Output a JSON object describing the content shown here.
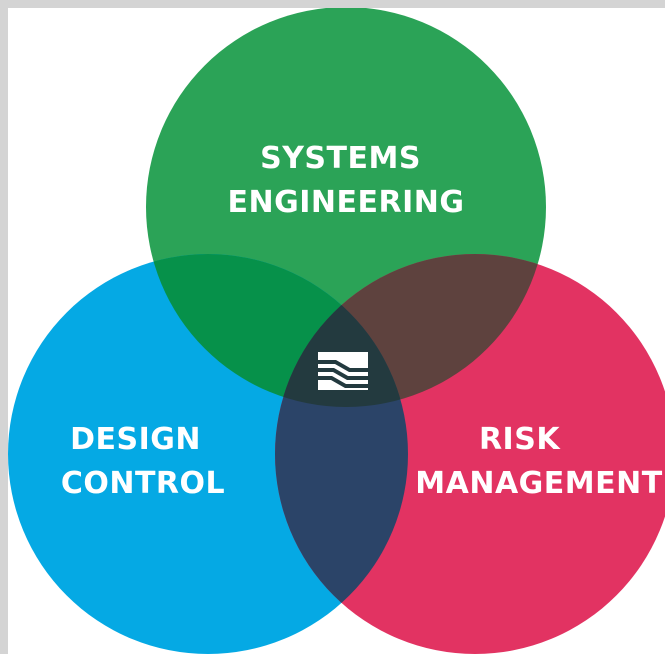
{
  "diagram": {
    "type": "venn",
    "sets": [
      {
        "id": "systems",
        "lines": [
          "SYSTEMS",
          "ENGINEERING"
        ],
        "color": "#2ba357"
      },
      {
        "id": "design",
        "lines": [
          "DESIGN",
          "CONTROL"
        ],
        "color": "#05a9e4"
      },
      {
        "id": "risk",
        "lines": [
          "RISK",
          "MANAGEMENT"
        ],
        "color": "#e23362"
      }
    ],
    "overlap_colors": {
      "systems_design": "#06914a",
      "systems_risk": "#5e423e",
      "design_risk": "#2b4468",
      "center": "#233a3f"
    },
    "center_logo": "stylized-steps-logo"
  }
}
